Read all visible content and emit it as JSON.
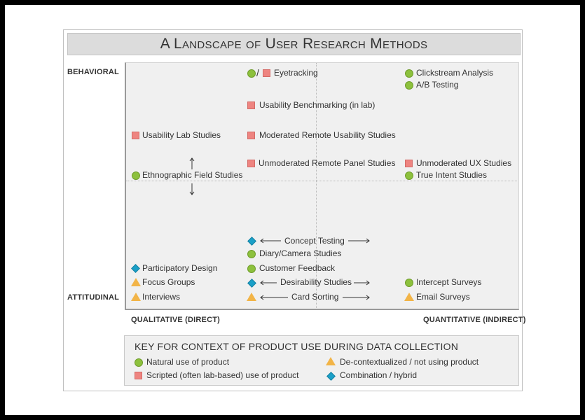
{
  "title": "A Landscape of User Research Methods",
  "axes": {
    "behavioral": "BEHAVIORAL",
    "attitudinal": "ATTITUDINAL",
    "qualitative": "QUALITATIVE (DIRECT)",
    "quantitative": "QUANTITATIVE (INDIRECT)"
  },
  "methods": {
    "eyetracking": "Eyetracking",
    "clickstream": "Clickstream Analysis",
    "ab_testing": "A/B Testing",
    "usability_benchmarking": "Usability Benchmarking (in lab)",
    "usability_lab": "Usability Lab Studies",
    "moderated_remote": "Moderated Remote Usability Studies",
    "unmoderated_panel": "Unmoderated Remote Panel Studies",
    "unmoderated_ux": "Unmoderated UX Studies",
    "ethnographic": "Ethnographic Field Studies",
    "true_intent": "True Intent Studies",
    "concept_testing": "Concept Testing",
    "diary_camera": "Diary/Camera Studies",
    "participatory_design": "Participatory Design",
    "customer_feedback": "Customer Feedback",
    "focus_groups": "Focus Groups",
    "desirability": "Desirability Studies",
    "intercept_surveys": "Intercept Surveys",
    "interviews": "Interviews",
    "card_sorting": "Card Sorting",
    "email_surveys": "Email Surveys"
  },
  "key": {
    "title": "KEY FOR CONTEXT OF PRODUCT USE DURING DATA COLLECTION",
    "natural": "Natural use of product",
    "scripted": "Scripted (often lab-based) use of product",
    "decontextualized": "De-contextualized / not using product",
    "combination": "Combination / hybrid"
  },
  "colors": {
    "natural": "#8dc13d",
    "scripted": "#ee8480",
    "decontextualized": "#f2b447",
    "combination": "#1aa0c8"
  }
}
